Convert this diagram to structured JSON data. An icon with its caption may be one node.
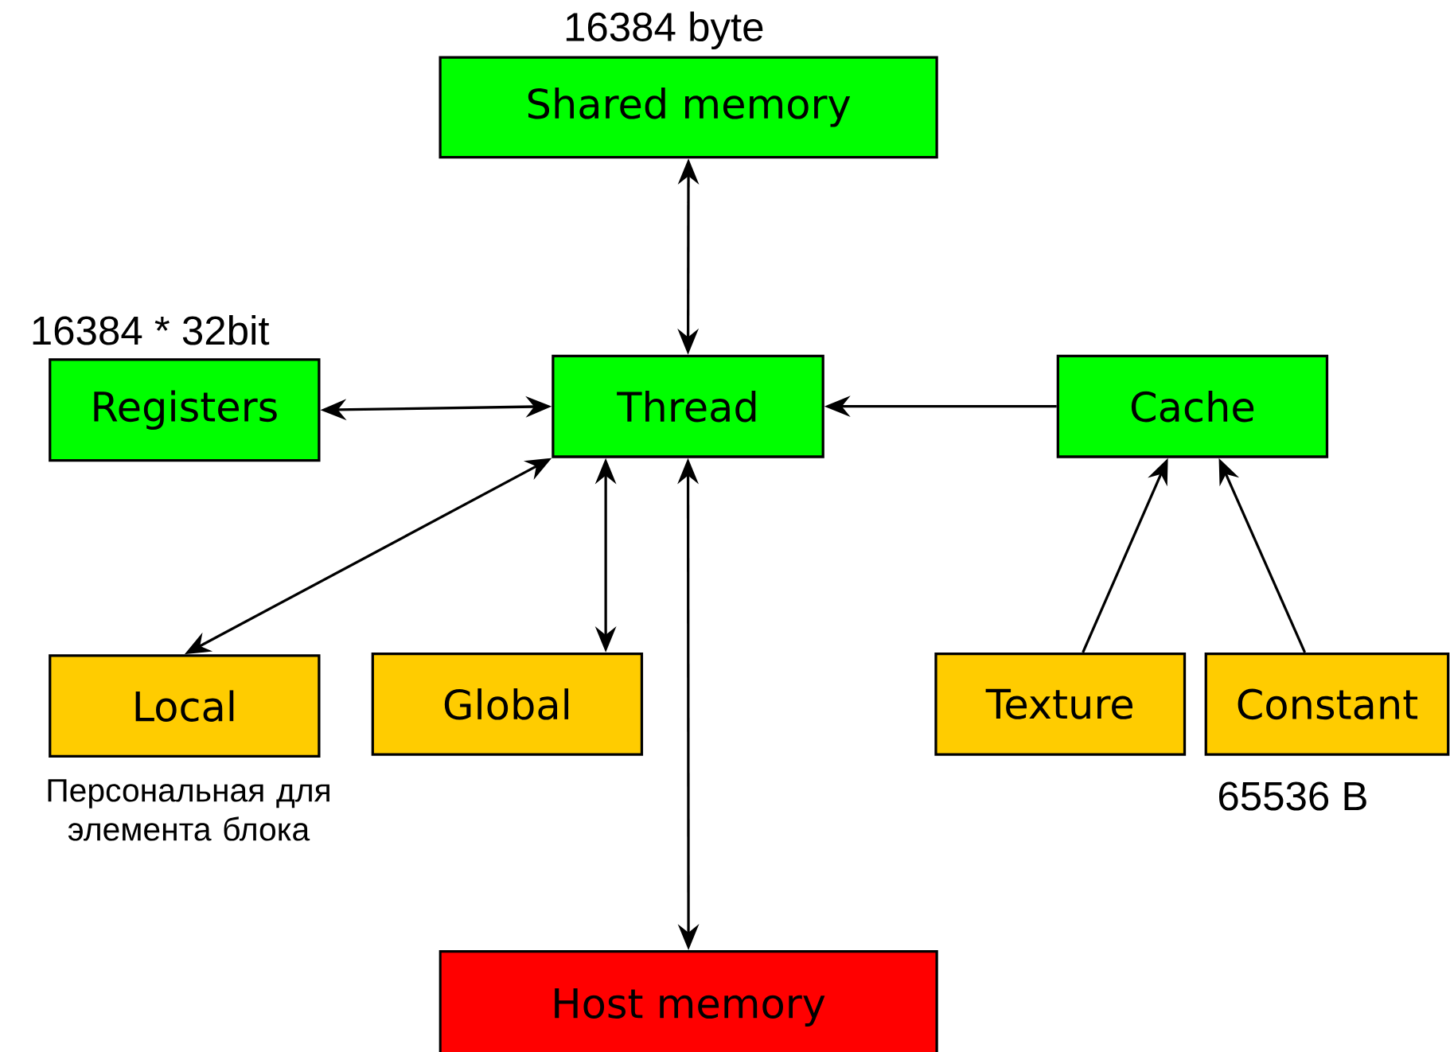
{
  "diagram": {
    "nodes": [
      {
        "text": [
          "Shared memory"
        ],
        "beside": [
          "16384 byte"
        ]
      },
      {
        "text": [
          "Registers"
        ],
        "beside": [
          "16384 * 32bit"
        ]
      },
      {
        "text": [
          "Thread"
        ]
      },
      {
        "text": [
          "Cache"
        ]
      },
      {
        "text": [
          "Local"
        ],
        "beside": [
          "Персональная для элемента блока"
        ]
      },
      {
        "text": [
          "Global"
        ]
      },
      {
        "text": [
          "Texture"
        ]
      },
      {
        "text": [
          "Constant"
        ],
        "beside": [
          "65536 B"
        ]
      },
      {
        "text": [
          "Host memory"
        ]
      }
    ],
    "edges": [
      {
        "from": 0,
        "to": 2,
        "arrow": "both"
      },
      {
        "from": 1,
        "to": 2,
        "arrow": "both"
      },
      {
        "from": 3,
        "to": 2,
        "arrow": "to"
      },
      {
        "from": 4,
        "to": 2,
        "arrow": "both"
      },
      {
        "from": 5,
        "to": 2,
        "arrow": "both"
      },
      {
        "from": 2,
        "to": 8,
        "arrow": "both"
      },
      {
        "from": 6,
        "to": 3,
        "arrow": "to"
      },
      {
        "from": 7,
        "to": 3,
        "arrow": "to"
      }
    ]
  }
}
